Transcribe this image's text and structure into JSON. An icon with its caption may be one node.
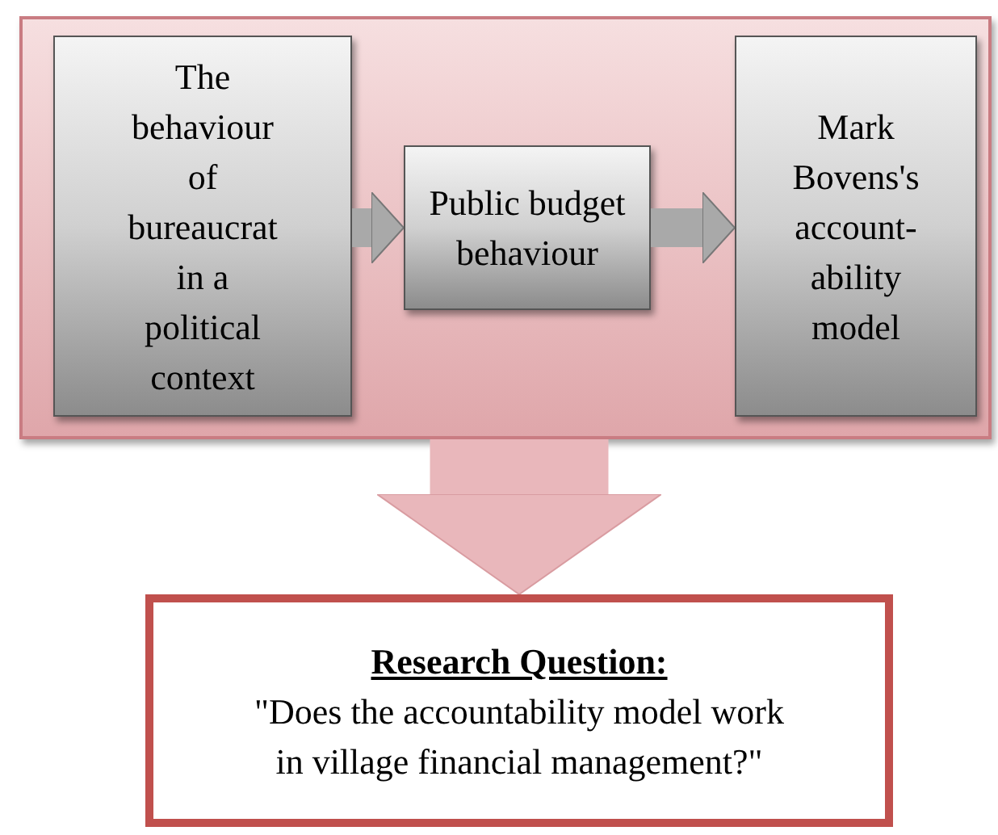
{
  "diagram": {
    "nodes": [
      {
        "text": [],
        "shape": "box"
      },
      {
        "text": [
          "The behaviour of bureaucrat in a political context"
        ],
        "in": 0
      },
      {
        "text": [
          "Public budget behaviour"
        ],
        "in": 0
      },
      {
        "text": [
          "Mark Bovens's account-ability model"
        ],
        "in": 0
      },
      {
        "text": [
          "Research Question:",
          "\"Does the accountability model work in village financial management?\""
        ]
      }
    ],
    "edges": [
      {
        "from": 1,
        "to": 2,
        "arrow": "to"
      },
      {
        "from": 2,
        "to": 3,
        "arrow": "to"
      },
      {
        "from": 0,
        "to": 4,
        "arrow": "to",
        "color": "#e9b7bb",
        "style": "thick"
      }
    ]
  }
}
